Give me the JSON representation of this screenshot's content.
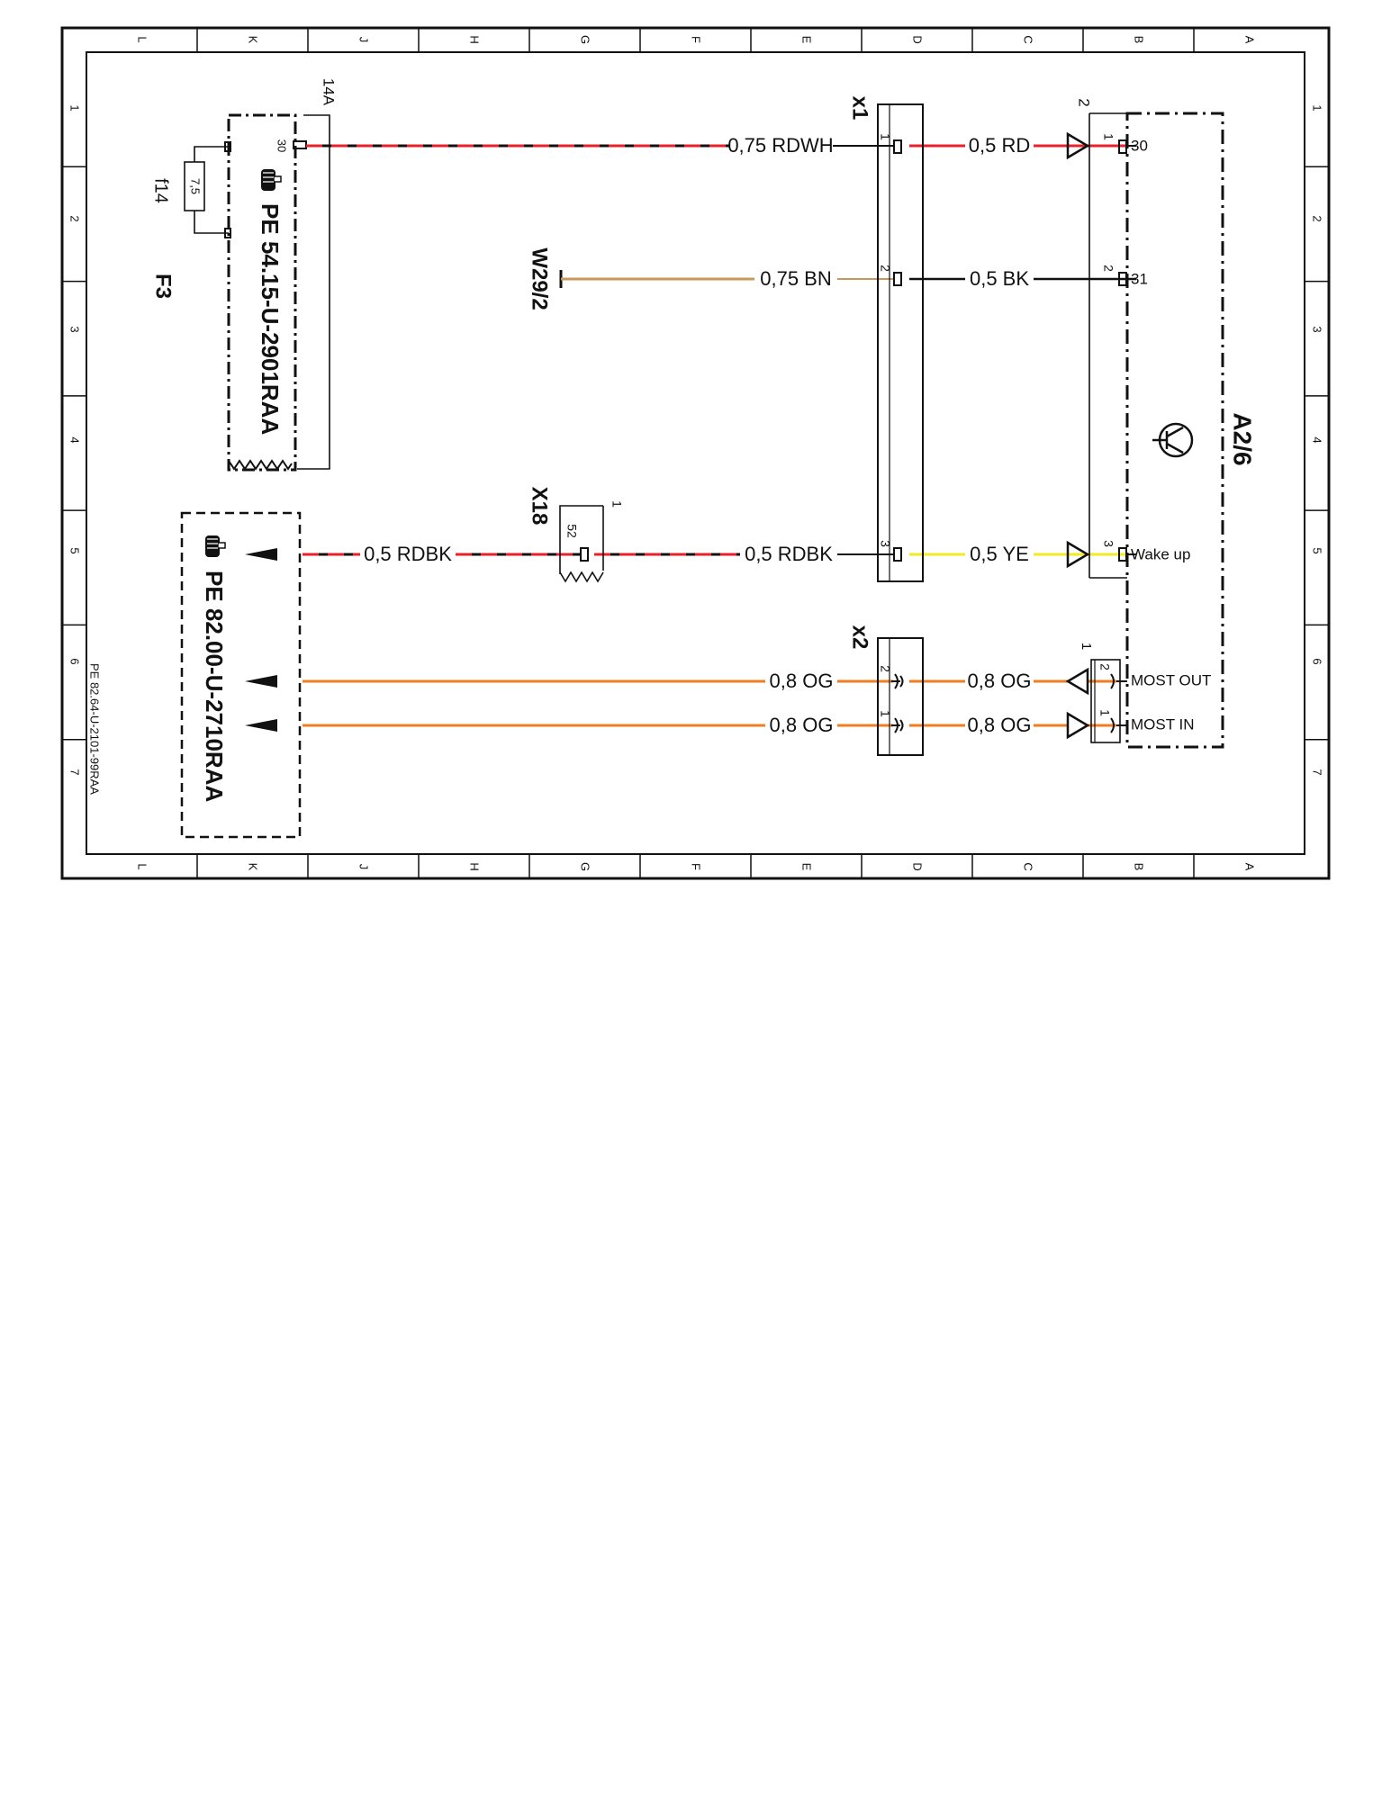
{
  "colors": {
    "RD": "#e8222a",
    "BK": "#111111",
    "BN": "#c8995a",
    "YE": "#f2ea26",
    "OG": "#ef7d22"
  },
  "sheet": {
    "columns": [
      "L",
      "K",
      "J",
      "H",
      "G",
      "F",
      "E",
      "D",
      "C",
      "B",
      "A"
    ],
    "rows": [
      "1",
      "2",
      "3",
      "4",
      "5",
      "6",
      "7"
    ],
    "doc_number": "PE 82.64-U-2101-99RAA"
  },
  "components": {
    "f3_fuse_block": {
      "name": "F3",
      "fuse": "f14",
      "rating": "7,5",
      "pin": "30",
      "terminal": "14A",
      "ref": "PE 54.15-U-2901RAA",
      "hand_icon": "pointing-hand-icon"
    },
    "pe_82_ref": {
      "ref": "PE 82.00-U-2710RAA",
      "hand_icon": "pointing-hand-icon"
    },
    "ground_w29_2": {
      "name": "W29/2"
    },
    "splice_x18": {
      "name": "X18",
      "pin": "52",
      "top_pin": "1"
    },
    "connector_x1": {
      "name": "x1",
      "pins": [
        "1",
        "2",
        "3"
      ]
    },
    "connector_x2": {
      "name": "x2",
      "pins": [
        "2",
        "1"
      ]
    },
    "module_a2_6": {
      "name": "A2/6",
      "connector_no": "2",
      "pins": [
        {
          "pin": "1",
          "label": "30"
        },
        {
          "pin": "2",
          "label": "31"
        },
        {
          "pin": "3",
          "label": "Wake up"
        }
      ],
      "most_connector_no": "1",
      "most_pins": [
        {
          "pin": "2",
          "label": "MOST OUT"
        },
        {
          "pin": "1",
          "label": "MOST IN"
        }
      ]
    }
  },
  "wires": [
    {
      "id": "w-rdwh",
      "label": "0,75 RDWH"
    },
    {
      "id": "w-rd",
      "label": "0,5 RD"
    },
    {
      "id": "w-bn",
      "label": "0,75 BN"
    },
    {
      "id": "w-bk",
      "label": "0,5 BK"
    },
    {
      "id": "w-rdbk-left",
      "label": "0,5 RDBK"
    },
    {
      "id": "w-rdbk-mid",
      "label": "0,5 RDBK"
    },
    {
      "id": "w-ye",
      "label": "0,5 YE"
    },
    {
      "id": "w-og-out-left",
      "label": "0,8 OG"
    },
    {
      "id": "w-og-out-right",
      "label": "0,8 OG"
    },
    {
      "id": "w-og-in-left",
      "label": "0,8 OG"
    },
    {
      "id": "w-og-in-right",
      "label": "0,8 OG"
    }
  ]
}
